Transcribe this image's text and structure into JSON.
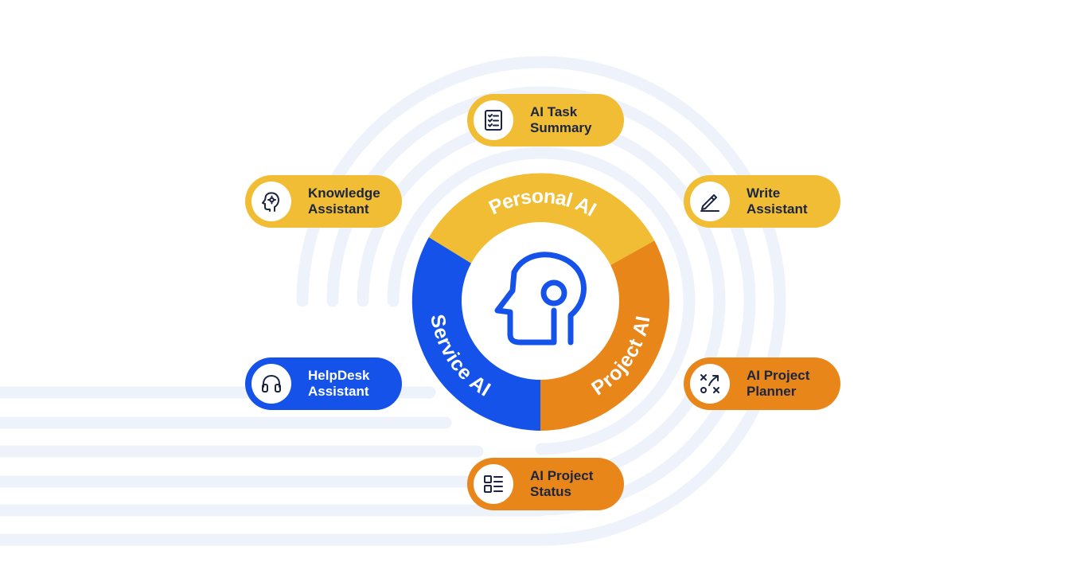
{
  "colors": {
    "personal": "#f0bd34",
    "project": "#e9861a",
    "service": "#1552ea",
    "icon": "#1552ea",
    "text_dark": "#1b2541",
    "text_light": "#ffffff",
    "decor": "#eef3fb"
  },
  "segments": [
    {
      "id": "personal",
      "label": "Personal AI"
    },
    {
      "id": "project",
      "label": "Project AI"
    },
    {
      "id": "service",
      "label": "Service AI"
    }
  ],
  "center": {
    "icon": "ai-head-icon"
  },
  "pills": [
    {
      "id": "task-summary",
      "label": "AI Task\nSummary",
      "segment": "personal",
      "icon": "checklist-icon"
    },
    {
      "id": "knowledge",
      "label": "Knowledge\nAssistant",
      "segment": "personal",
      "icon": "head-gear-icon"
    },
    {
      "id": "write",
      "label": "Write\nAssistant",
      "segment": "personal",
      "icon": "pen-icon"
    },
    {
      "id": "helpdesk",
      "label": "HelpDesk\nAssistant",
      "segment": "service",
      "icon": "headset-icon"
    },
    {
      "id": "planner",
      "label": "AI Project\nPlanner",
      "segment": "project",
      "icon": "strategy-icon"
    },
    {
      "id": "status",
      "label": "AI Project\nStatus",
      "segment": "project",
      "icon": "list-icon"
    }
  ]
}
